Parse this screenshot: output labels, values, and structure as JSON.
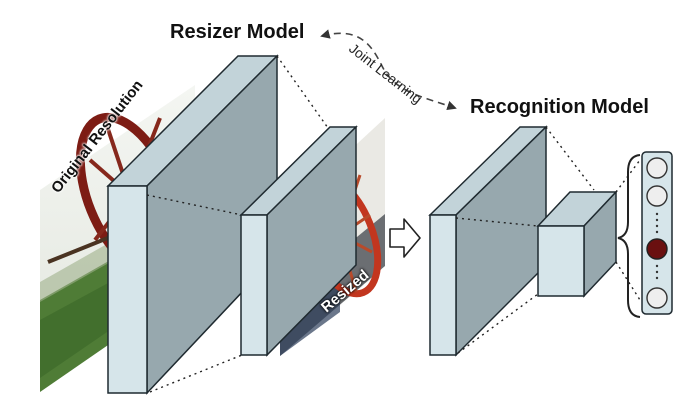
{
  "labels": {
    "resizer_model": "Resizer Model",
    "recognition_model": "Recognition Model",
    "joint_learning": "Joint Learning",
    "original_resolution": "Original Resolution",
    "resized": "Resized"
  },
  "colors": {
    "block_front": "#d6e5ea",
    "block_side": "#97a8ae",
    "block_top": "#c2d3d9",
    "outline": "#1f2a30",
    "highlight_neuron": "#6a1010",
    "dashed_arrow": "#444444"
  },
  "output_vector": {
    "neuron_count": 4,
    "highlighted_index": 2
  }
}
